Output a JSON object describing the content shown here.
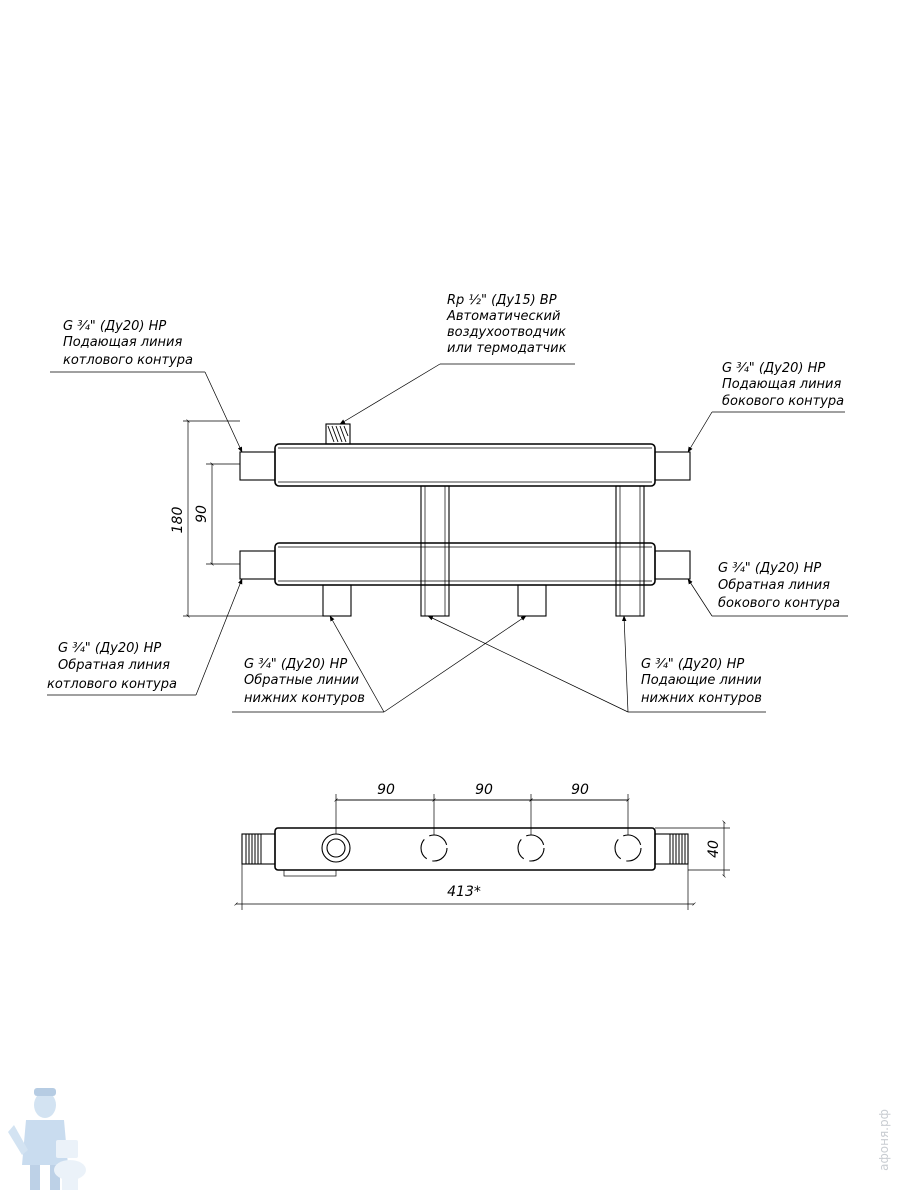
{
  "callouts": {
    "top_center": {
      "line1": "Rp ½\" (Ду15) ВР",
      "line2": "Автоматический",
      "line3": "воздухоотводчик",
      "line4": "или термодатчик"
    },
    "top_left": {
      "line1": "G ¾\" (Ду20) НР",
      "line2": "Подающая линия",
      "line3": "котлового контура"
    },
    "top_right": {
      "line1": "G ¾\" (Ду20) НР",
      "line2": "Подающая линия",
      "line3": "бокового контура"
    },
    "mid_right": {
      "line1": "G ¾\" (Ду20) НР",
      "line2": "Обратная линия",
      "line3": "бокового контура"
    },
    "bottom_left": {
      "line1": "G ¾\" (Ду20) НР",
      "line2": "Обратная линия",
      "line3": "котлового контура"
    },
    "bottom_mid": {
      "line1": "G ¾\" (Ду20) НР",
      "line2": "Обратные линии",
      "line3": "нижних контуров"
    },
    "bottom_right": {
      "line1": "G ¾\" (Ду20) НР",
      "line2": "Подающие линии",
      "line3": "нижних контуров"
    }
  },
  "dimensions": {
    "total_height": "180",
    "pipe_spacing": "90",
    "outlet_spacing_1": "90",
    "outlet_spacing_2": "90",
    "outlet_spacing_3": "90",
    "width": "40",
    "total_length": "413*"
  },
  "watermark": "афоня.рф",
  "logo_icon": "plumber-mascot-icon"
}
